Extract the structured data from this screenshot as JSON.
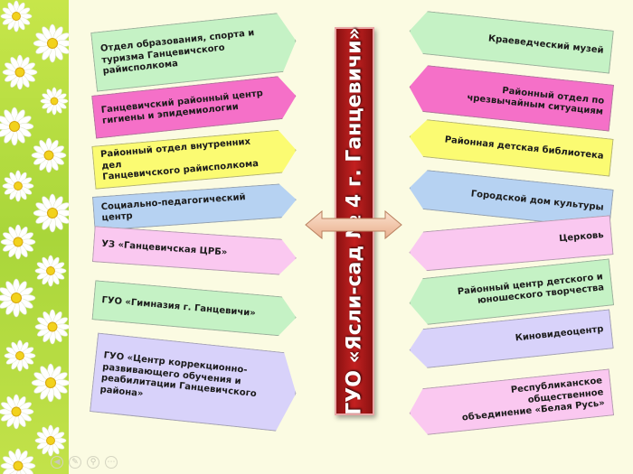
{
  "title": "ГУО «Ясли-сад № 4 г. Ганцевичи»",
  "left_items": [
    {
      "text": "Отдел образования, спорта и\nтуризма Ганцевичского\nрайисполкома",
      "color": "#c5f2c5"
    },
    {
      "text": "Ганцевичский районный центр\nгигиены и эпидемиологии",
      "color": "#f570c8"
    },
    {
      "text": "Районный отдел внутренних дел\nГанцевичского райисполкома",
      "color": "#fbfb72"
    },
    {
      "text": "Социально-педагогический центр",
      "color": "#b6d2f2"
    },
    {
      "text": "УЗ «Ганцевичская ЦРБ»",
      "color": "#fac8f0"
    },
    {
      "text": "ГУО «Гимназия г. Ганцевичи»",
      "color": "#c5f2c5"
    },
    {
      "text": "ГУО «Центр коррекционно-\nразвивающего обучения и\nреабилитации Ганцевичского\nрайона»",
      "color": "#d8d2fa"
    }
  ],
  "right_items": [
    {
      "text": "Краеведческий музей",
      "color": "#c5f2c5"
    },
    {
      "text": "Районный отдел по\nчрезвычайным ситуациям",
      "color": "#f570c8"
    },
    {
      "text": "Районная детская библиотека",
      "color": "#fbfb72"
    },
    {
      "text": "Городской дом культуры",
      "color": "#b6d2f2"
    },
    {
      "text": "Церковь",
      "color": "#fac8f0"
    },
    {
      "text": "Районный центр детского и\nюношеского творчества",
      "color": "#c5f2c5"
    },
    {
      "text": "Киновидеоцентр",
      "color": "#d8d2fa"
    },
    {
      "text": "Республиканское общественное\nобъединение «Белая Русь»",
      "color": "#fac8f0"
    }
  ],
  "center_color": "#c32020",
  "nav_icons": [
    "back-icon",
    "pen-icon",
    "zoom-icon",
    "more-icon"
  ]
}
